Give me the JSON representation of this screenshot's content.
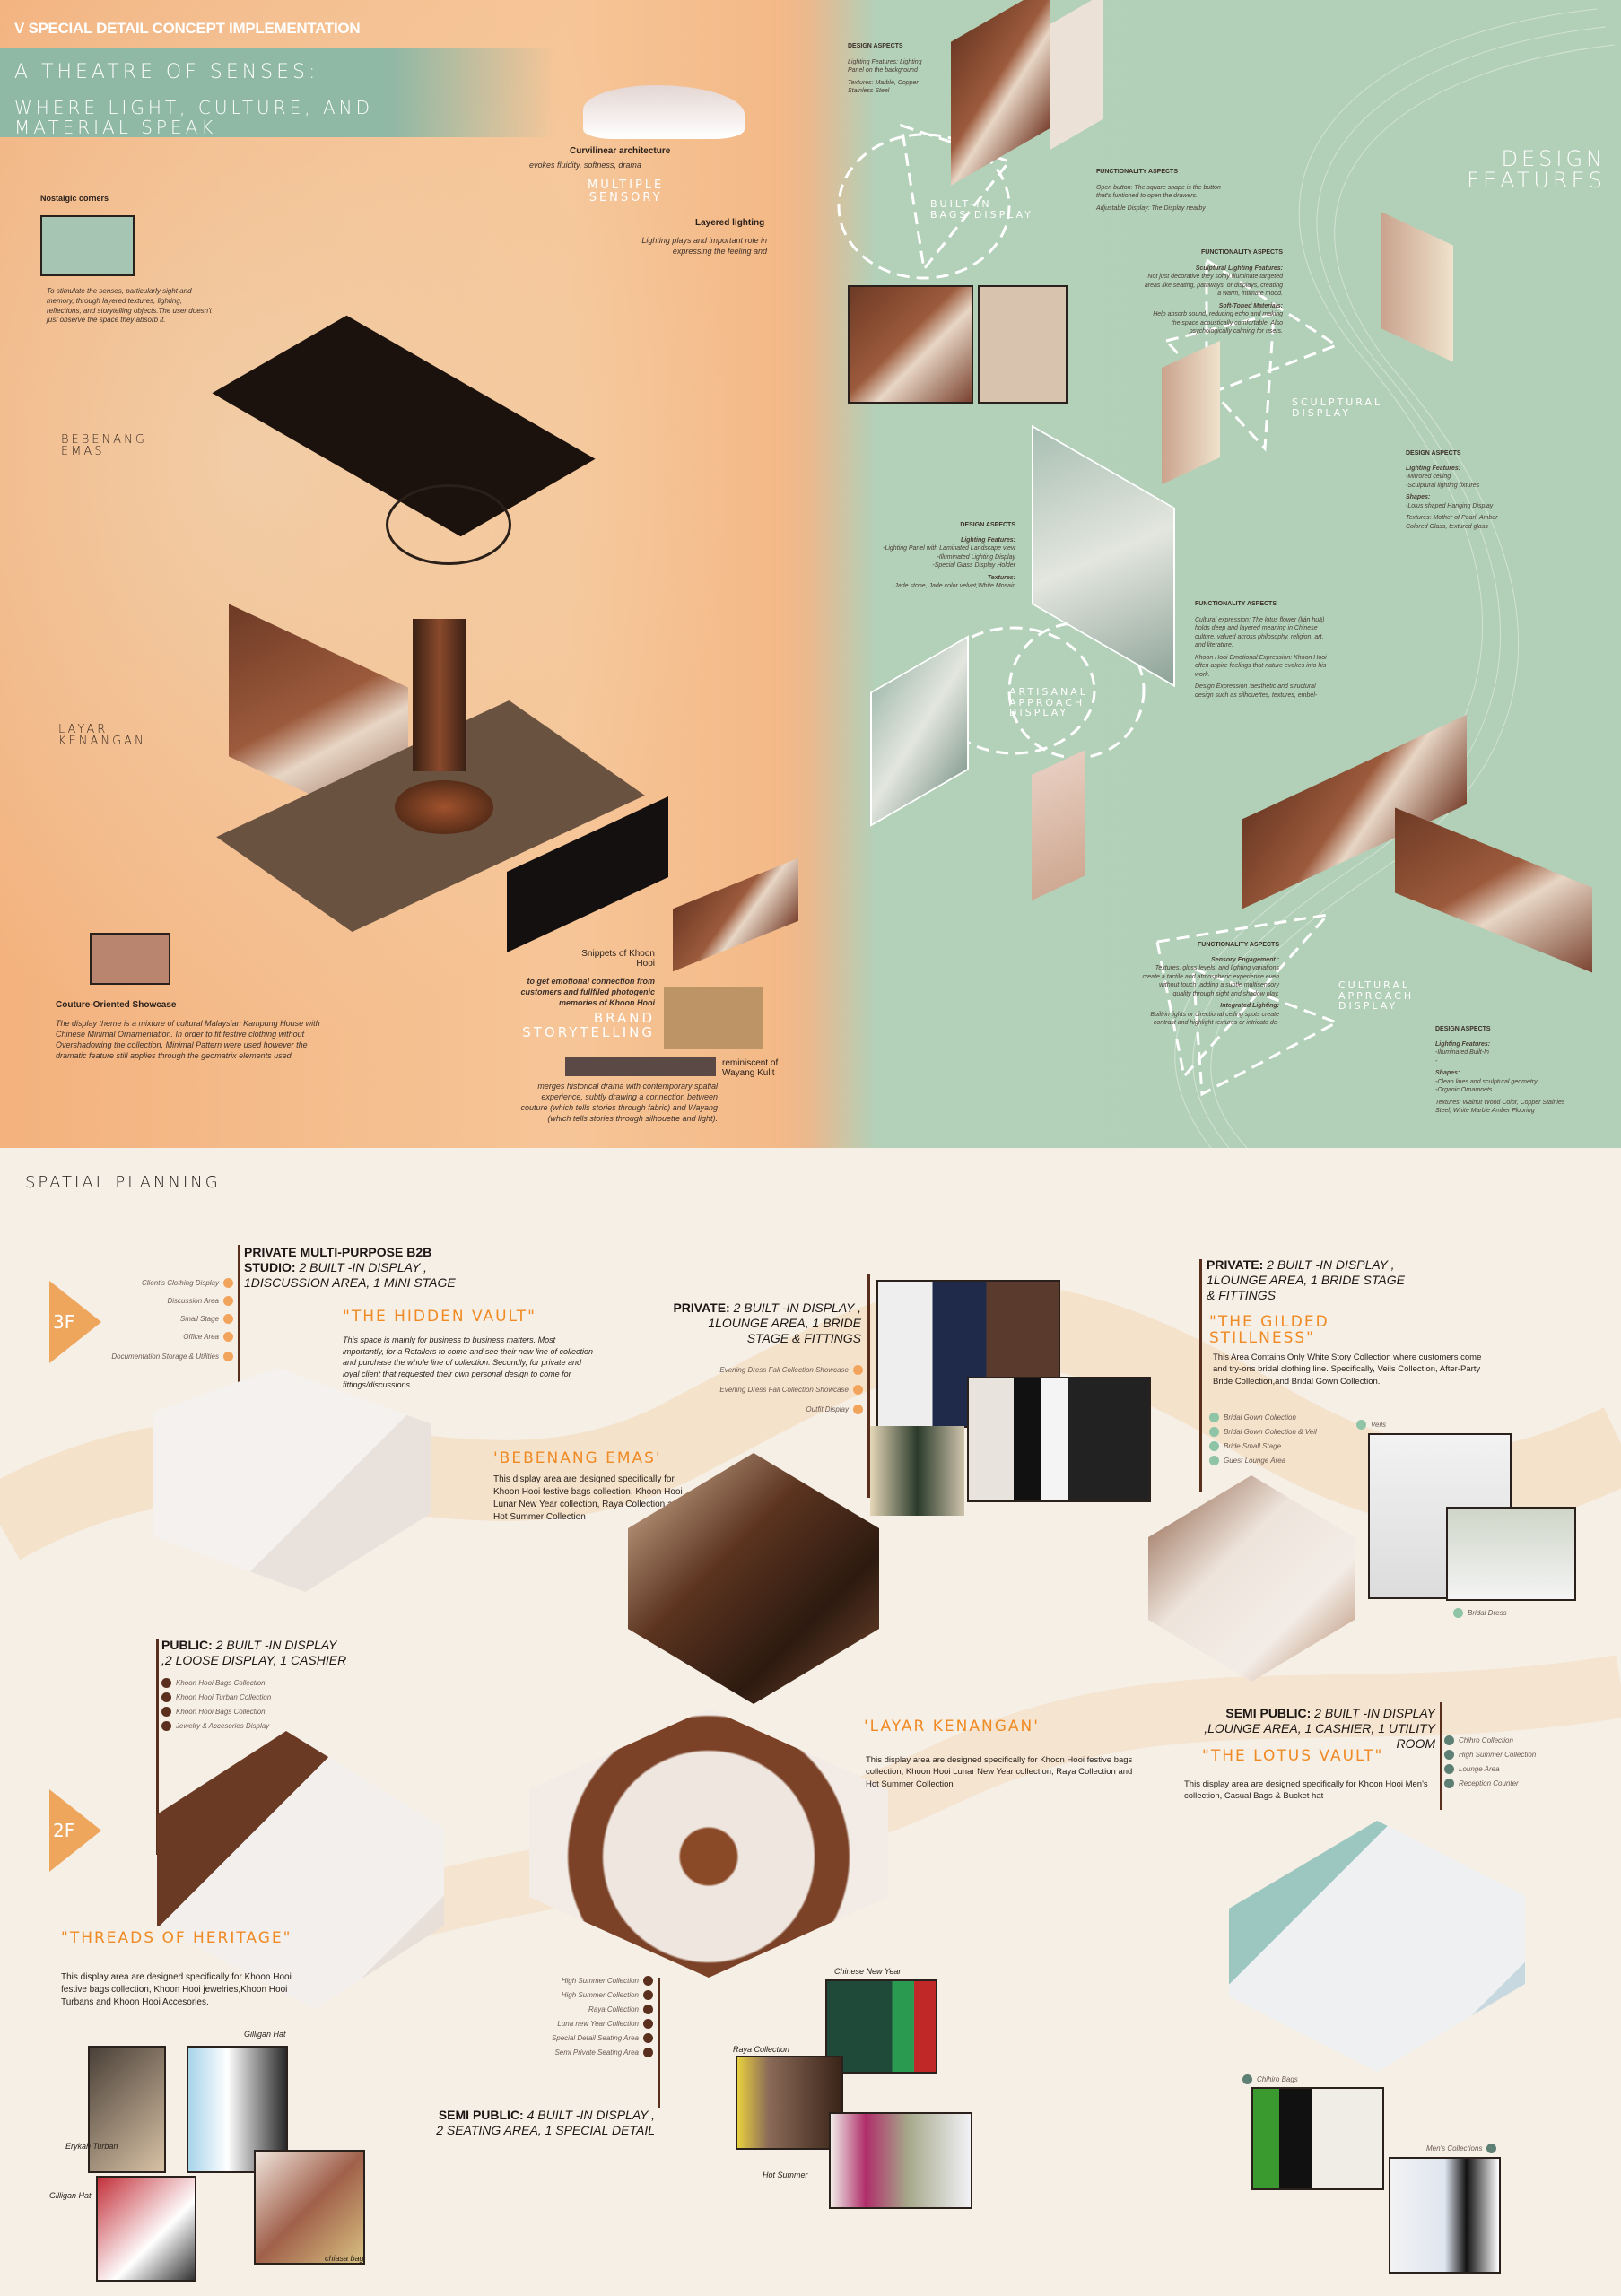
{
  "section_header": "V SPECIAL DETAIL CONCEPT IMPLEMENTATION",
  "title": {
    "line1": "A THEATRE OF SENSES:",
    "line2": "WHERE LIGHT, CULTURE, AND",
    "line3": "MATERIAL SPEAK"
  },
  "concept": {
    "curvilinear_title": "Curvilinear architecture",
    "curvilinear_text": "evokes fluidity, softness, drama",
    "multiple_sensory": [
      "MULTIPLE",
      "SENSORY"
    ],
    "layered_title": "Layered lighting",
    "layered_text": "Lighting plays and important role in expressing the feeling and",
    "nostalgic_title": "Nostalgic corners",
    "nostalgic_text": "To stimulate the senses, particularly sight and memory, through layered textures, lighting, reflections, and storytelling objects.The user doesn't just observe the space they absorb it.",
    "bebenang_label": [
      "BEBENANG",
      "EMAS"
    ],
    "layar_label": [
      "LAYAR",
      "KENANGAN"
    ],
    "couture_title": "Couture-Oriented Showcase",
    "couture_text": "The display theme is a mixture of cultural Malaysian Kampung House with Chinese Minimal Ornamentation. In order to fit festive clothing without Overshadowing the collection, Minimal Pattern were used however the dramatic feature still applies through the geomatrix elements used.",
    "snippets_title": "Snippets of Khoon Hooi",
    "snippets_text": "to get emotional connection from customers and fullfiled photogenic memories of Khoon Hooi",
    "brand_storytelling": [
      "BRAND",
      "STORYTELLING"
    ],
    "wayang_title": "reminiscent of Wayang Kulit",
    "wayang_text": "merges historical drama with contemporary spatial experience, subtly drawing a connection between couture (which tells stories through fabric) and Wayang (which tells stories through silhouette and light)."
  },
  "design_features": {
    "title": [
      "DESIGN",
      "FEATURES"
    ],
    "bags": {
      "label": [
        "BUILT-IN",
        "BAGS DISPLAY"
      ],
      "design_header": "DESIGN ASPECTS",
      "design_text": [
        "Lighting Features: Lighting Panel on the background",
        "Textures: Marble, Copper Stainless Steel"
      ],
      "func_header": "FUNCTIONALITY ASPECTS",
      "func_text": [
        "Open button: The square shape is the button that's funtioned to open the drawers.",
        "Adjustable Display: The Display nearby"
      ]
    },
    "sculptural": {
      "label": [
        "SCULPTURAL",
        "DISPLAY"
      ],
      "func_header": "FUNCTIONALITY ASPECTS",
      "func_text": [
        "Sculptural Lighting Features:",
        "Not just decorative they softly illuminate targeted areas like seating, pathways, or displays, creating a warm, intimate mood.",
        "Soft-Toned Materials:",
        "Help absorb sound, reducing echo and making the space acoustically comfortable. Also psychologically calming for users."
      ],
      "design_header": "DESIGN ASPECTS",
      "design_text": [
        "Lighting Features:",
        "-Mirrored ceiling",
        "-Sculptural lighting fixtures",
        "Shapes:",
        "-Lotus shaped Hanging Display",
        "Textures: Mother of Pearl, Amber Colored Glass, textured glass"
      ]
    },
    "artisanal": {
      "label": [
        "ARTISANAL",
        "APPROACH",
        "DISPLAY"
      ],
      "design_header": "DESIGN ASPECTS",
      "design_text": [
        "Lighting Features:",
        "-Lighting Panel with Laminated Landscape view",
        "-Illuminated Lighting Display",
        "-Special Glass Display Holder",
        "Textures:",
        "Jade stone, Jade color velvet,White Mosaic"
      ],
      "func_header": "FUNCTIONALITY ASPECTS",
      "func_text": [
        "Cultural expression: The lotus flower (lián huā) holds deep and layered meaning in Chinese culture, valued across philosophy, religion, art, and literature.",
        "Khoon Hooi Emotional Expression: Khoon Hooi often aspire feelings that nature evokes into his work.",
        "Design Expression :aesthetic and structural design such as silhouettes, textures, embel-"
      ]
    },
    "cultural": {
      "label": [
        "CULTURAL",
        "APPROACH",
        "DISPLAY"
      ],
      "func_header": "FUNCTIONALITY ASPECTS",
      "func_text": [
        "Sensory Engagement :",
        "Textures, gloss levels, and lighting variations create a tactile and atmospheric experience even without touch ,adding a subtle multisensory quality through sight and shadow play.",
        "Integrated Lighting:",
        "Built-in lights or directional ceiling spots create contrast and highlight textures or intricate de-"
      ],
      "design_header": "DESIGN ASPECTS",
      "design_text": [
        "Lighting Features:",
        "-Illuminated Built-In",
        "-",
        "Shapes:",
        "-Clean lines and sculptural geometry",
        "-Organic Ornamnets",
        "Textures: Walnut Wood Color, Copper Stainles Steel, White Marble Amber Flooring"
      ]
    }
  },
  "spatial": {
    "title": "SPATIAL PLANNING",
    "floor3": "3F",
    "floor2": "2F",
    "hidden_vault": {
      "zone_bold": "PRIVATE MULTI-PURPOSE B2B STUDIO:",
      "zone_rest": "2 BUILT -IN DISPLAY , 1DISCUSSION AREA, 1 MINI STAGE",
      "legend": [
        "Client's Clothing Display",
        "Discussion Area",
        "Small Stage",
        "Office Area",
        "Documentation Storage & Utilities"
      ],
      "name": "\"THE HIDDEN VAULT\"",
      "text": "This space is mainly for business to business matters. Most importantly, for a Retailers to come and see their new line of collection and purchase the whole line of collection. Secondly, for private and loyal client that requested their own personal design to come for fittings/discussions."
    },
    "bebenang": {
      "zone_bold": "PRIVATE:",
      "zone_rest": "2 BUILT -IN DISPLAY , 1LOUNGE AREA, 1 BRIDE STAGE & FITTINGS",
      "legend": [
        "Evening Dress Fall Collection Showcase",
        "Evening Dress Fall Collection Showcase",
        "Outfit Display"
      ],
      "name": "'BEBENANG EMAS'",
      "text": "This display area are designed specifically for Khoon Hooi festive bags collection, Khoon Hooi Lunar New Year collection, Raya Collection and Hot Summer Collection"
    },
    "gilded": {
      "zone_bold": "PRIVATE:",
      "zone_rest": "2 BUILT -IN DISPLAY , 1LOUNGE AREA, 1 BRIDE STAGE & FITTINGS",
      "name": "\"THE GILDED STILLNESS\"",
      "text": "This Area Contains Only White Story Collection where customers come and try-ons bridal clothing line. Specifically, Veils Collection, After-Party Bride Collection,and Bridal Gown Collection.",
      "legend": [
        "Bridal Gown Collection",
        "Bridal Gown Collection & Veil",
        "Bride Small Stage",
        "Guest Lounge Area"
      ],
      "veils": "Veils",
      "bridal_dress": "Bridal Dress"
    },
    "threads": {
      "zone_bold": "PUBLIC:",
      "zone_rest": "2 BUILT -IN DISPLAY ,2 LOOSE DISPLAY, 1 CASHIER",
      "legend": [
        "Khoon Hooi Bags Collection",
        "Khoon Hooi Turban Collection",
        "Khoon Hooi Bags Collection",
        "Jewelry & Accesories Display"
      ],
      "name": "\"THREADS OF HERITAGE\"",
      "text": "This display area are designed specifically for Khoon Hooi festive bags collection, Khoon Hooi jewelries,Khoon Hooi Turbans and Khoon Hooi Accesories.",
      "pics": [
        "Gilligan Hat",
        "Erykah Turban",
        "Gilligan Hat",
        "chiasa bag"
      ]
    },
    "layar": {
      "zone_bold": "SEMI PUBLIC:",
      "zone_rest": "4 BUILT -IN DISPLAY , 2 SEATING AREA, 1 SPECIAL DETAIL",
      "legend": [
        "High Summer Collection",
        "High Summer Collection",
        "Raya Collection",
        "Luna new Year Collection",
        "Special Detail Seating Area",
        "Semi Private Seating Area"
      ],
      "name": "'LAYAR KENANGAN'",
      "text": "This display area are designed specifically for Khoon Hooi festive bags collection, Khoon Hooi Lunar New Year collection, Raya Collection and Hot Summer Collection",
      "pics": [
        "Chinese New Year",
        "Raya Collection",
        "Hot Summer"
      ]
    },
    "lotus": {
      "zone_bold": "SEMI PUBLIC:",
      "zone_rest": "2 BUILT -IN DISPLAY ,LOUNGE AREA, 1 CASHIER, 1 UTILITY ROOM",
      "legend": [
        "Chihro Collection",
        "High Summer Collection",
        "Lounge Area",
        "Reception Counter"
      ],
      "name": "\"THE LOTUS VAULT\"",
      "text": "This display area are designed specifically for Khoon Hooi Men's collection, Casual Bags & Bucket hat",
      "pics": [
        "Chihiro Bags",
        "Men's Collections"
      ]
    }
  }
}
